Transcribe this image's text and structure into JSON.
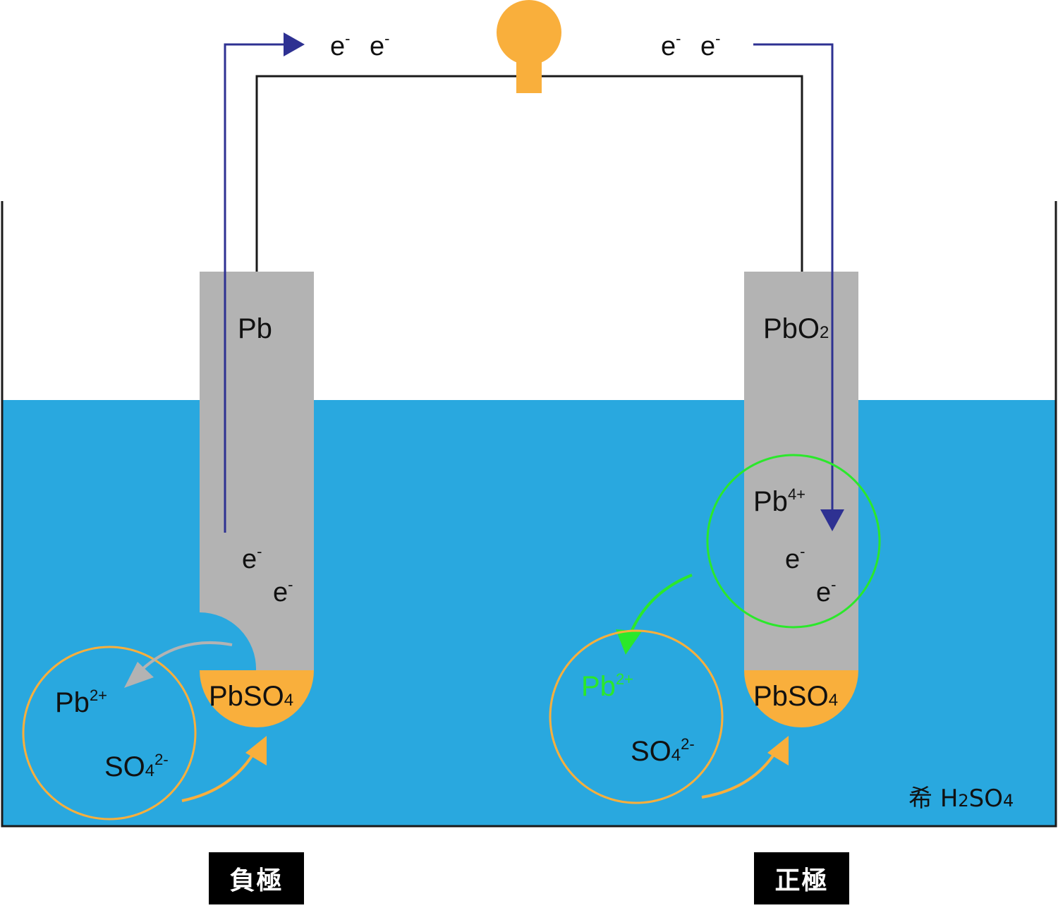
{
  "colors": {
    "electrolyte": "#29a8df",
    "electrode": "#b3b3b3",
    "sulfate_deposit": "#f9af3c",
    "bulb": "#f9af3c",
    "electron_flow": "#2e3192",
    "green_ion": "#2be82b",
    "gray_arrow": "#b3b3b3",
    "wire": "#1a1a1a"
  },
  "icons": {
    "bulb": "light-bulb-icon",
    "electron_arrow": "arrow-right-icon"
  },
  "electron": {
    "base": "e",
    "charge": "-"
  },
  "top_electrons_left": [
    "e",
    "e"
  ],
  "top_electrons_right": [
    "e",
    "e"
  ],
  "negative_electrode": {
    "material": "Pb",
    "deposit": {
      "base": "PbSO",
      "sub": "4"
    },
    "ion_cation": {
      "base": "Pb",
      "sup": "2+"
    },
    "ion_anion": {
      "base": "SO",
      "sub": "4",
      "sup": "2-"
    },
    "label": "負極"
  },
  "positive_electrode": {
    "material": {
      "base": "PbO",
      "sub": "2"
    },
    "deposit": {
      "base": "PbSO",
      "sub": "4"
    },
    "ion_inner": {
      "base": "Pb",
      "sup": "4+"
    },
    "ion_cation": {
      "base": "Pb",
      "sup": "2+"
    },
    "ion_anion": {
      "base": "SO",
      "sub": "4",
      "sup": "2-"
    },
    "label": "正極"
  },
  "electrolyte_label": {
    "prefix": "希",
    "formula_a": "H",
    "sub_a": "2",
    "formula_b": "SO",
    "sub_b": "4"
  }
}
